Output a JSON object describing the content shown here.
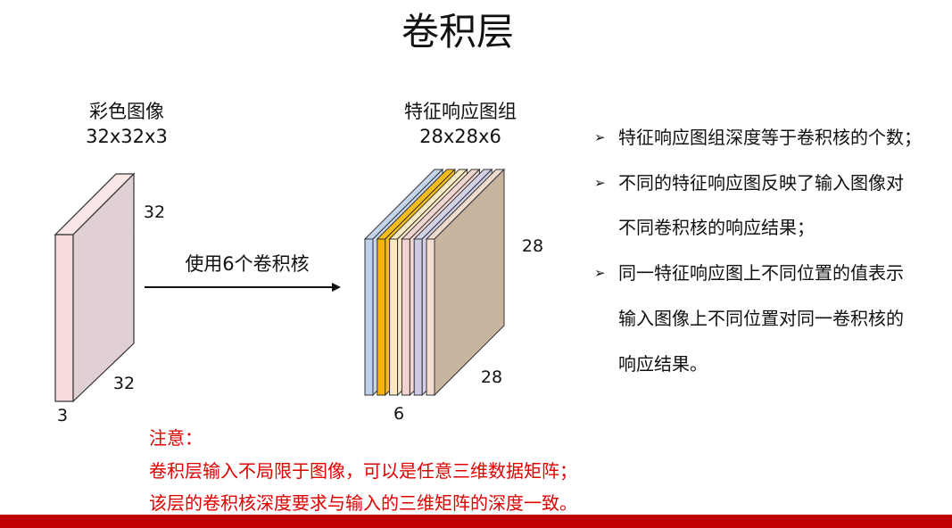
{
  "title": "卷积层",
  "input": {
    "name": "彩色图像",
    "size": "32x32x3",
    "height_label": "32",
    "width_label": "32",
    "depth_label": "3",
    "colors": {
      "front": "#f6dcdc",
      "top": "#fae6e6",
      "side": "#e0cfd3"
    }
  },
  "operation": {
    "label": "使用6个卷积核"
  },
  "output": {
    "name": "特征响应图组",
    "size": "28x28x6",
    "height_label": "28",
    "width_label": "28",
    "depth_label": "6",
    "slab_colors": [
      {
        "front": "#bfd0ea",
        "top": "#c6d5ee",
        "side": "#c6d5ee"
      },
      {
        "front": "#f4b400",
        "top": "#f6bd1c",
        "side": "#f6bd1c"
      },
      {
        "front": "#fbe9bd",
        "top": "#fcebc4",
        "side": "#fcebc4"
      },
      {
        "front": "#f3d3cf",
        "top": "#f5d7d2",
        "side": "#f5d7d2"
      },
      {
        "front": "#cdcbe4",
        "top": "#d3d1e8",
        "side": "#d3d1e8"
      },
      {
        "front": "#f3dcd0",
        "top": "#f2dcd0",
        "side": "#c9b49f"
      }
    ]
  },
  "bullets": {
    "marker": "➢",
    "items": [
      {
        "lines": [
          "特征响应图组深度等于卷积核的个数；"
        ]
      },
      {
        "lines": [
          "不同的特征响应图反映了输入图像对",
          "不同卷积核的响应结果；"
        ]
      },
      {
        "lines": [
          "同一特征响应图上不同位置的值表示",
          "输入图像上不同位置对同一卷积核的",
          "响应结果。"
        ]
      }
    ]
  },
  "note": {
    "heading": "注意：",
    "lines": [
      "卷积层输入不局限于图像，可以是任意三维数据矩阵；",
      "该层的卷积核深度要求与输入的三维矩阵的深度一致。"
    ]
  },
  "colors": {
    "note_text": "#e00000",
    "footer_bar": "#c00000",
    "outline": "#333333",
    "arrow": "#111111"
  }
}
